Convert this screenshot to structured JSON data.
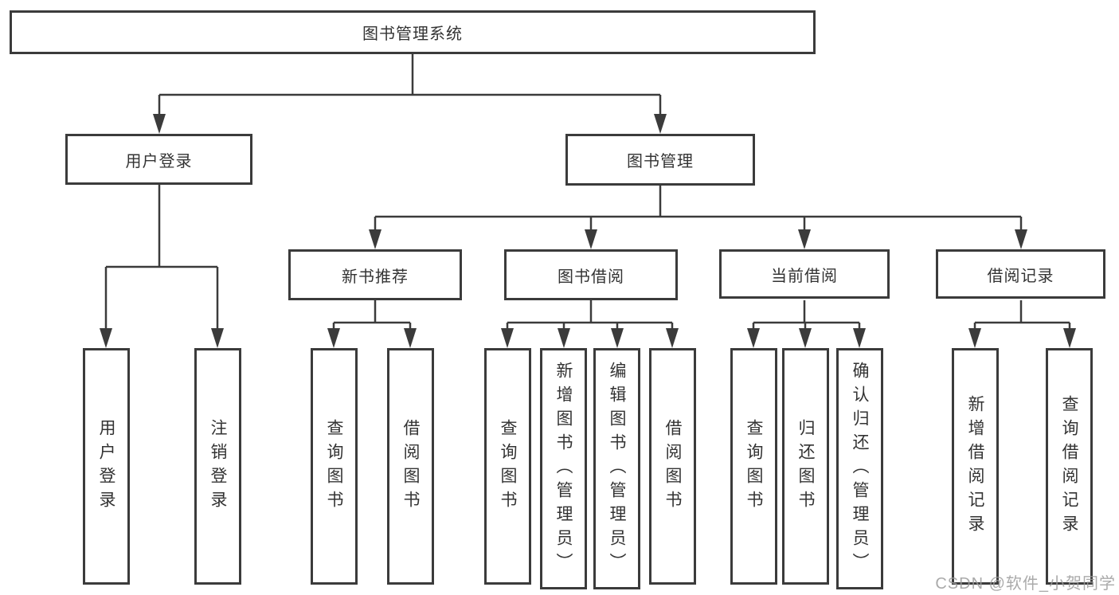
{
  "nodes": {
    "root": "图书管理系统",
    "level2": [
      "用户登录",
      "图书管理"
    ],
    "level3": [
      "新书推荐",
      "图书借阅",
      "当前借阅",
      "借阅记录"
    ],
    "leaves": {
      "user": [
        "用户登录",
        "注销登录"
      ],
      "recommend": [
        "查询图书",
        "借阅图书"
      ],
      "borrow": [
        "查询图书",
        "新增图书（管理员）",
        "编辑图书（管理员）",
        "借阅图书"
      ],
      "current": [
        "查询图书",
        "归还图书",
        "确认归还（管理员）"
      ],
      "records": [
        "新增借阅记录",
        "查询借阅记录"
      ]
    }
  },
  "watermark": {
    "text": "CSDN @软件_小贺同学"
  },
  "colors": {
    "line": "#3b3b3b",
    "text": "#333333",
    "watermark": "#9b9b9b",
    "background": "#ffffff"
  }
}
